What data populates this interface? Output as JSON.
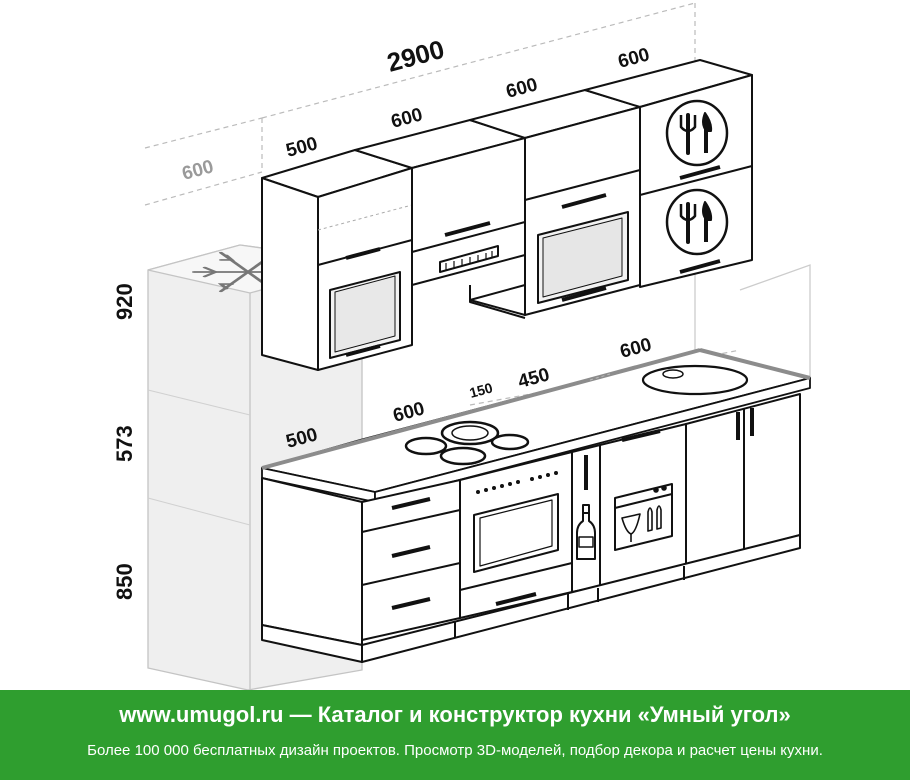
{
  "dimensions": {
    "total_width": "2900",
    "fridge_depth": "600",
    "upper_widths": [
      "500",
      "600",
      "600",
      "600"
    ],
    "counter_widths": [
      "500",
      "600",
      "150",
      "450",
      "600"
    ],
    "heights": [
      "920",
      "573",
      "850"
    ]
  },
  "footer": {
    "title": "www.umugol.ru  —  Каталог и конструктор кухни «Умный угол»",
    "subtitle": "Более 100 000 бесплатных дизайн проектов. Просмотр 3D-моделей, подбор декора и расчет цены кухни."
  },
  "colors": {
    "footer_bg": "#2f9e2f",
    "line": "#111111",
    "fridge_fill": "#eeeeee",
    "countertop_edge": "#8c8c8c"
  },
  "icons": [
    "snowflake-icon",
    "cutlery-icon",
    "cutlery-icon",
    "bottle-icon",
    "dishwasher-icon",
    "range-hood-icon",
    "microwave-icon",
    "sink-icon",
    "cooktop-icon"
  ]
}
